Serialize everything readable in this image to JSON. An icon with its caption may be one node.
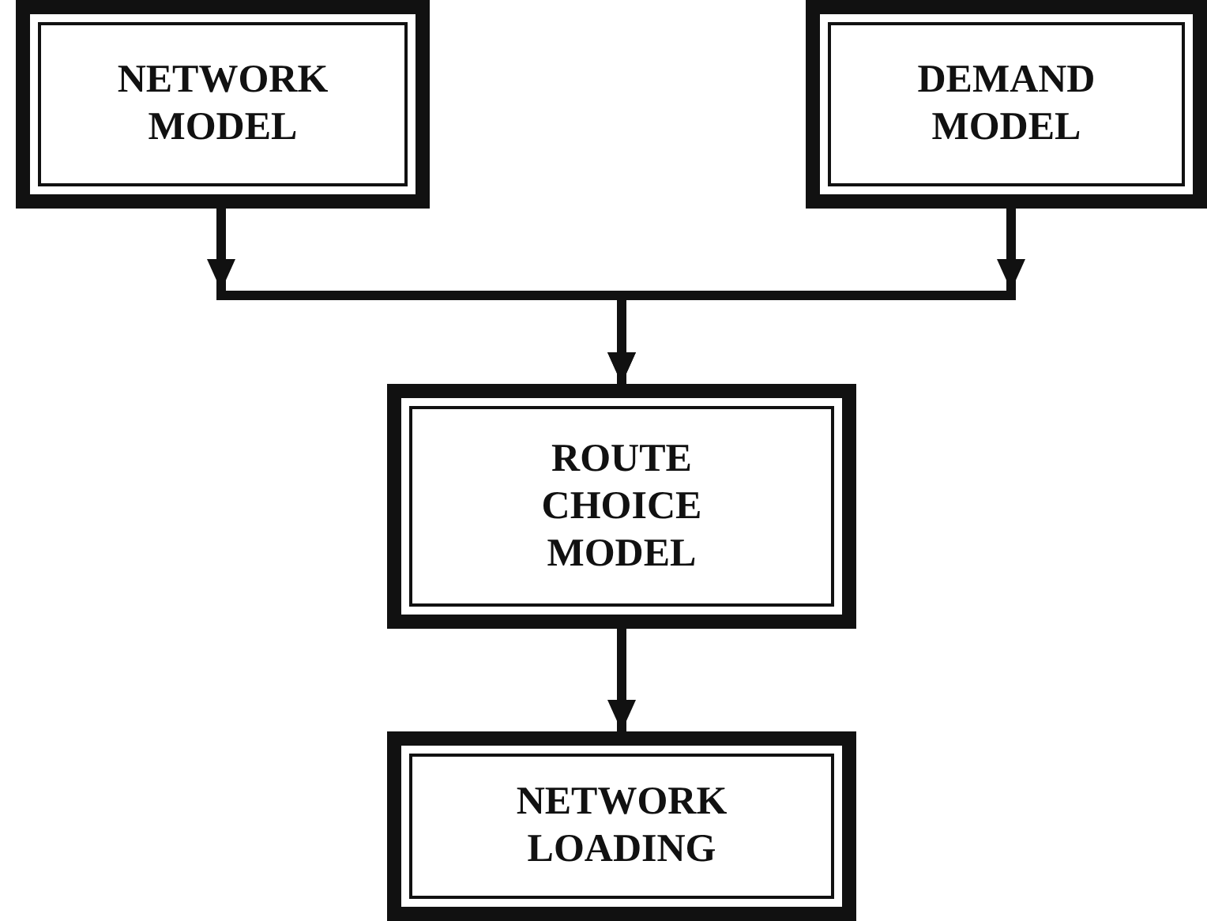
{
  "diagram": {
    "nodes": [
      {
        "text": [
          "NETWORK MODEL"
        ]
      },
      {
        "text": [
          "DEMAND MODEL"
        ]
      },
      {
        "text": [
          "ROUTE CHOICE MODEL"
        ]
      },
      {
        "text": [
          "NETWORK LOADING"
        ]
      }
    ],
    "edges": [
      {
        "from": 0,
        "to": 2,
        "arrow": "to"
      },
      {
        "from": 1,
        "to": 2,
        "arrow": "to"
      },
      {
        "from": 2,
        "to": 3,
        "arrow": "to"
      }
    ]
  }
}
